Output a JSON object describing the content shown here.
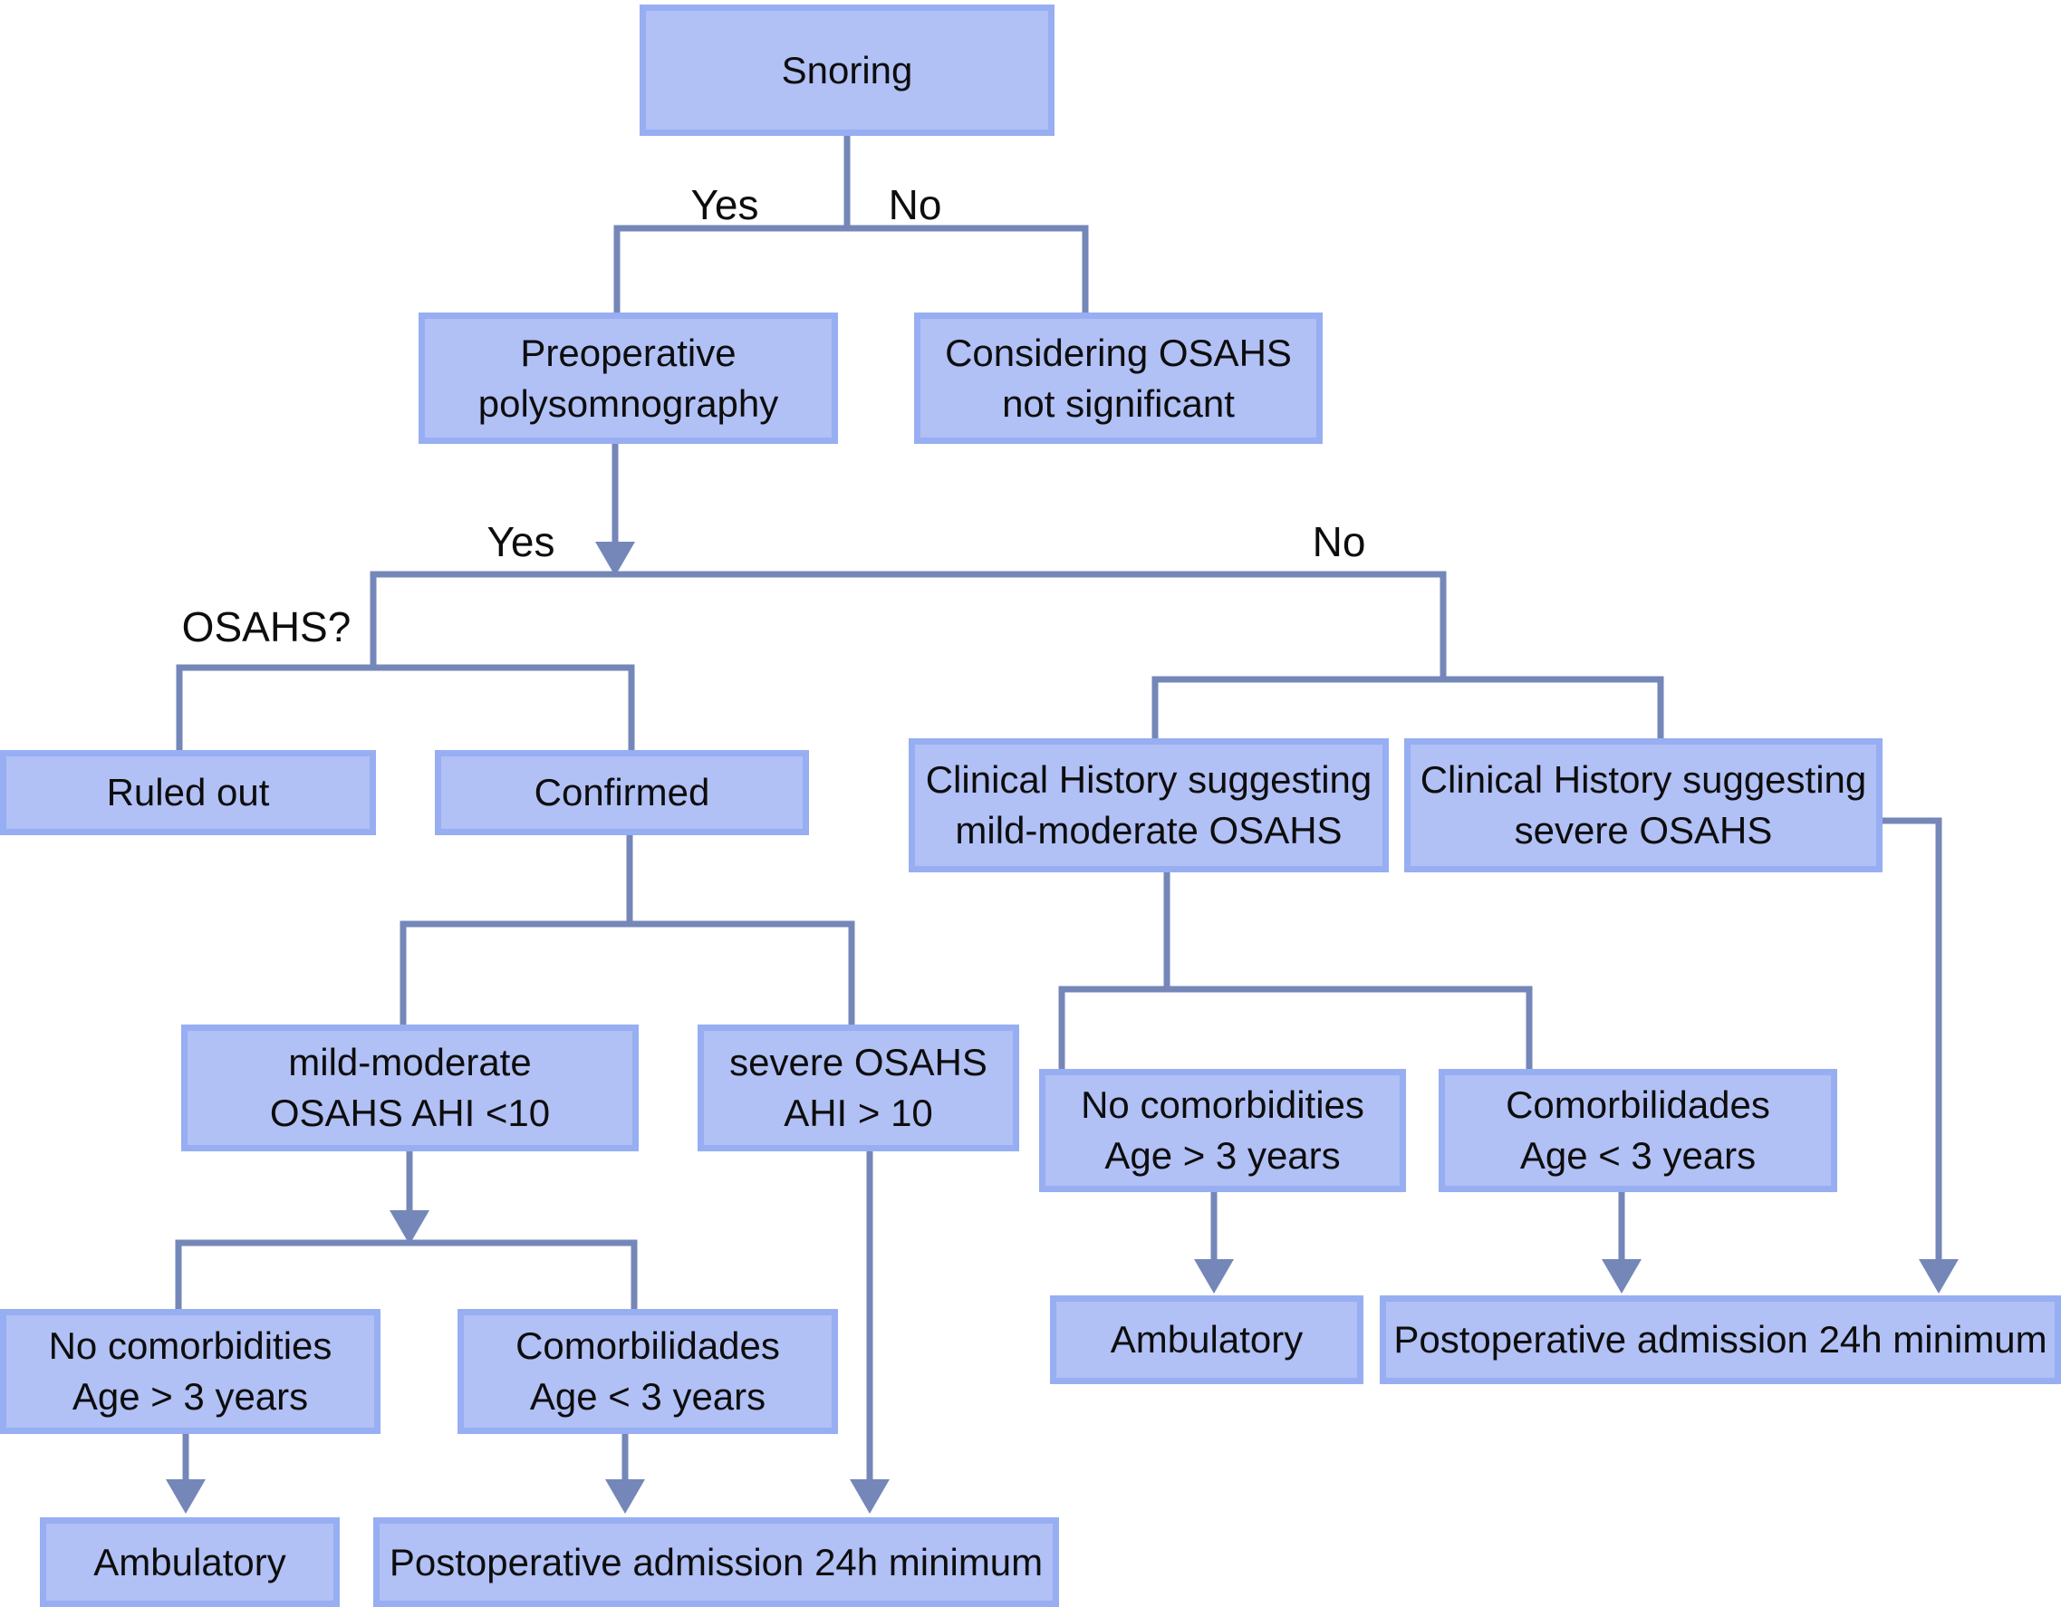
{
  "colors": {
    "node_fill": "#b1c0f5",
    "node_border": "#97aef2",
    "connector": "#7487b8",
    "text": "#0d0d0d",
    "background": "#ffffff"
  },
  "nodes": {
    "snoring": {
      "lines": [
        "Snoring"
      ]
    },
    "preop_psg": {
      "lines": [
        "Preoperative",
        "polysomnography"
      ]
    },
    "considering": {
      "lines": [
        "Considering OSAHS",
        "not significant"
      ]
    },
    "ruled_out": {
      "lines": [
        "Ruled out"
      ]
    },
    "confirmed": {
      "lines": [
        "Confirmed"
      ]
    },
    "clin_mild": {
      "lines": [
        "Clinical History suggesting",
        "mild-moderate OSAHS"
      ]
    },
    "clin_severe": {
      "lines": [
        "Clinical History suggesting",
        "severe OSAHS"
      ]
    },
    "ahi_mild": {
      "lines": [
        "mild-moderate",
        "OSAHS AHI <10"
      ]
    },
    "ahi_severe": {
      "lines": [
        "severe OSAHS",
        "AHI > 10"
      ]
    },
    "left_no_comorb": {
      "lines": [
        "No comorbidities",
        "Age > 3 years"
      ]
    },
    "left_comorb": {
      "lines": [
        "Comorbilidades",
        "Age < 3 years"
      ]
    },
    "left_ambulatory": {
      "lines": [
        "Ambulatory"
      ]
    },
    "left_postop": {
      "lines": [
        "Postoperative admission 24h minimum"
      ]
    },
    "right_no_comorb": {
      "lines": [
        "No comorbidities",
        "Age > 3 years"
      ]
    },
    "right_comorb": {
      "lines": [
        "Comorbilidades",
        "Age < 3 years"
      ]
    },
    "right_ambulatory": {
      "lines": [
        "Ambulatory"
      ]
    },
    "right_postop": {
      "lines": [
        "Postoperative admission 24h minimum"
      ]
    }
  },
  "edge_labels": {
    "snoring_yes": "Yes",
    "snoring_no": "No",
    "psg_yes": "Yes",
    "psg_no": "No",
    "osahs_question": "OSAHS?"
  }
}
